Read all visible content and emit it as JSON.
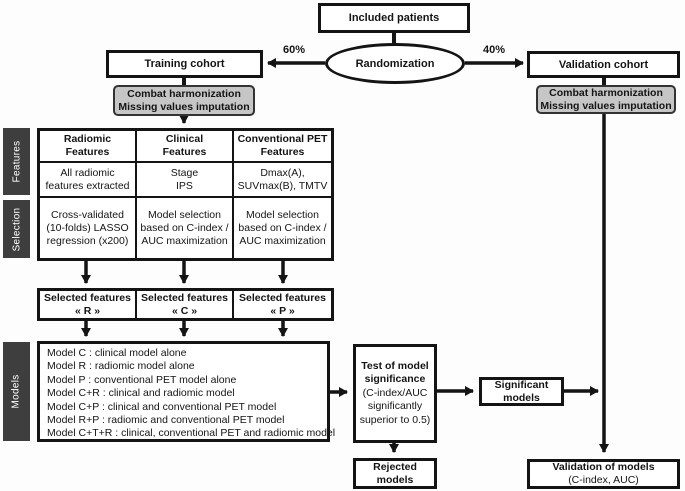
{
  "colors": {
    "line_and_border": "#141414",
    "gray_box_fill": "#c6c6c6",
    "gray_box_border": "#333333",
    "sidebar_fill": "#3e3e3e",
    "sidebar_text": "#ffffff",
    "background": "#fdfdfd"
  },
  "nodes": {
    "included_patients": "Included patients",
    "randomization": "Randomization",
    "split_left_pct": "60%",
    "split_right_pct": "40%",
    "training_cohort": "Training cohort",
    "validation_cohort": "Validation cohort",
    "training_preprocessing": "Combat harmonization\nMissing values imputation",
    "validation_preprocessing": "Combat harmonization\nMissing values imputation",
    "test_significance_title": "Test of model significance",
    "test_significance_detail": "(C-index/AUC significantly superior to 0.5)",
    "significant_models": "Significant\nmodels",
    "rejected_models": "Rejected\nmodels",
    "validation_of_models_title": "Validation of models",
    "validation_of_models_detail": "(C-index, AUC)"
  },
  "sidebar": {
    "features_label": "Features",
    "selection_label": "Selection",
    "models_label": "Models"
  },
  "feature_table": {
    "columns": [
      {
        "header": "Radiomic\nFeatures",
        "features": "All radiomic\nfeatures extracted",
        "selection": "Cross-validated\n(10-folds) LASSO\nregression (x200)",
        "selected": "Selected features\n« R »"
      },
      {
        "header": "Clinical\nFeatures",
        "features": "Stage\nIPS",
        "selection": "Model selection\nbased on C-index /\nAUC maximization",
        "selected": "Selected features\n« C »"
      },
      {
        "header": "Conventional PET\nFeatures",
        "features": "Dmax(A),\nSUVmax(B), TMTV",
        "selection": "Model selection\nbased on C-index /\nAUC maximization",
        "selected": "Selected features\n« P »"
      }
    ]
  },
  "models": {
    "items": [
      "Model C : clinical model alone",
      "Model R : radiomic model alone",
      "Model P : conventional PET model alone",
      "Model C+R : clinical and radiomic model",
      "Model C+P : clinical and conventional PET model",
      "Model R+P : radiomic and conventional PET model",
      "Model C+T+R : clinical, conventional PET and radiomic model"
    ]
  }
}
